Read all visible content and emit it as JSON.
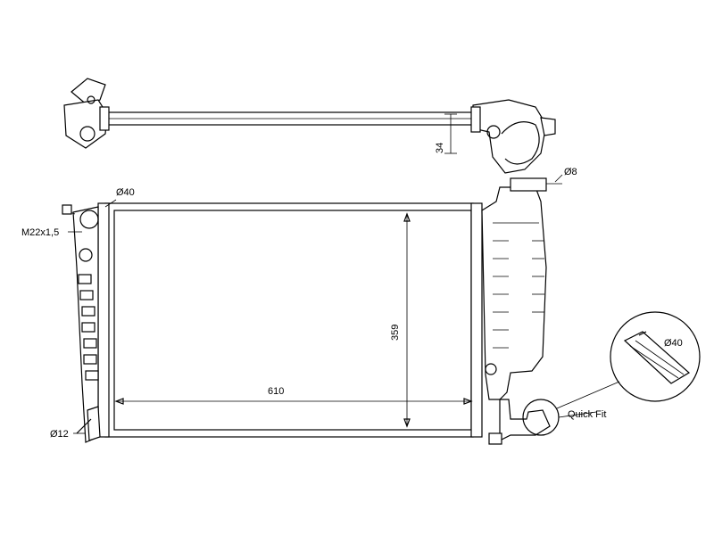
{
  "diagram": {
    "dimensions": {
      "width": "610",
      "height": "359",
      "top_offset": "34"
    },
    "callouts": {
      "inlet_diameter": "Ø40",
      "thread": "M22x1,5",
      "drain_diameter": "Ø12",
      "bleed_diameter": "Ø8",
      "detail_diameter": "Ø40",
      "connection_type": "Quick Fit"
    }
  }
}
